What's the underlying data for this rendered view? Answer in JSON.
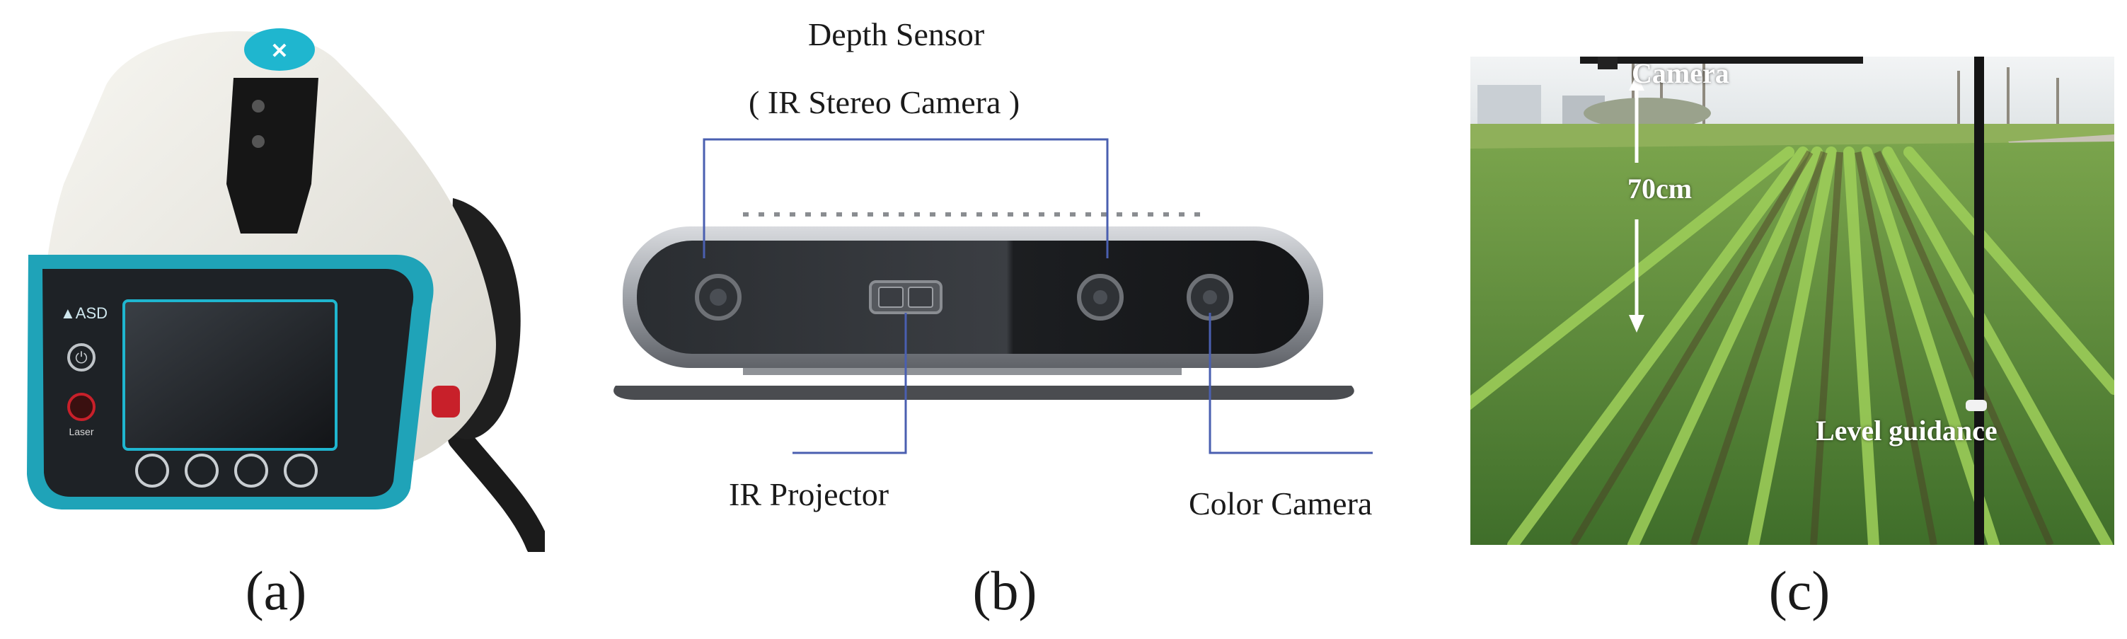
{
  "panels": {
    "a": {
      "caption": "(a)"
    },
    "b": {
      "caption": "(b)",
      "labels": {
        "depth_sensor": "Depth Sensor",
        "ir_stereo": "( IR Stereo Camera )",
        "ir_projector": "IR Projector",
        "color_camera": "Color Camera"
      }
    },
    "c": {
      "caption": "(c)",
      "labels": {
        "camera": "Camera",
        "height": "70cm",
        "level_guidance": "Level guidance"
      }
    }
  },
  "colors": {
    "device_teal": "#1fa3b8",
    "leader_line": "#4a5fb0",
    "crop_green": "#5e9a3a",
    "sky": "#e9edf0"
  }
}
